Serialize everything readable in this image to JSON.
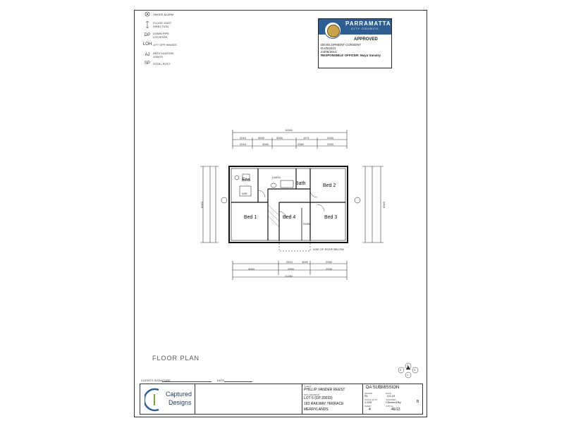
{
  "legend": [
    {
      "icon": "smoke-alarm-icon",
      "label": "SMOKE ALARM"
    },
    {
      "icon": "floor-joist-direction-icon",
      "label": "FLOOR JOIST DIRECTION"
    },
    {
      "icon": "down-pipe-icon",
      "label": "DOWN PIPE LOCATION"
    },
    {
      "icon": "lift-off-hinges-icon",
      "label": "LIFT OFF HINGES"
    },
    {
      "icon": "articulation-joint-icon",
      "label": "ARTICULATION JOINTS"
    },
    {
      "icon": "steel-post-icon",
      "label": "STEEL POST"
    }
  ],
  "stamp": {
    "council": "PARRAMATTA",
    "council_sub": "CITY COUNCIL",
    "status": "APPROVED",
    "line1": "DEVELOPMENT CONSENT",
    "line2": "DA/5/2014",
    "line3": "24/06/2014",
    "line4": "RESPONSIBLE OFFICER: Maya Sanatry"
  },
  "plan": {
    "overall_width": "11280",
    "top_dims_1": [
      "2010",
      "3000",
      "3000",
      "1071",
      "2930"
    ],
    "top_dims_2": [
      "2010",
      "3050",
      "2580",
      "2930"
    ],
    "bottom_dims_1": [
      "2510",
      "3000",
      "2930"
    ],
    "bottom_dims_2": [
      "3060",
      "2950",
      "2930"
    ],
    "side_overall": "8360",
    "rooms": {
      "ens": "Ens",
      "bath": "Bath",
      "bed1": "Bed 1",
      "bed2": "Bed 2",
      "bed3": "Bed 3",
      "bed4": "Bed 4"
    },
    "notes": {
      "roof_line": "LINE OF ROOF BELOW",
      "robe": "ROBE",
      "linen": "LINEN",
      "wir": "WIR"
    }
  },
  "floor_plan_title": "FLOOR PLAN",
  "signature": {
    "client_label": "CLIENT'S SIGNATURE",
    "date_label": "DATE"
  },
  "title_block": {
    "logo_line1": "Captured",
    "logo_line2": "Designs",
    "client_label": "CLIENT",
    "client": "PHILLIP VANDER REEST",
    "site_label": "SITE ADDRESS",
    "site_lot": "LOT 6 (DP 20033)",
    "site_street": "183 RAILWAY TERRACE",
    "site_suburb": "MERRYLANDS",
    "submission": "DA SUBMISSION",
    "drawn_label": "DRAWN",
    "drawn": "RL",
    "date_label": "DATE",
    "date": "4.6.13",
    "scale_label": "SCALE @ A3",
    "scale": "1:100",
    "checked_label": "CHECKED",
    "checked": "Checked By",
    "sheet_label": "SHEET",
    "sheet": "4",
    "job_label": "JOB No",
    "job": "46/13",
    "rev": "B"
  },
  "north": {
    "numbers": [
      "3",
      "4",
      "2",
      "1"
    ]
  }
}
